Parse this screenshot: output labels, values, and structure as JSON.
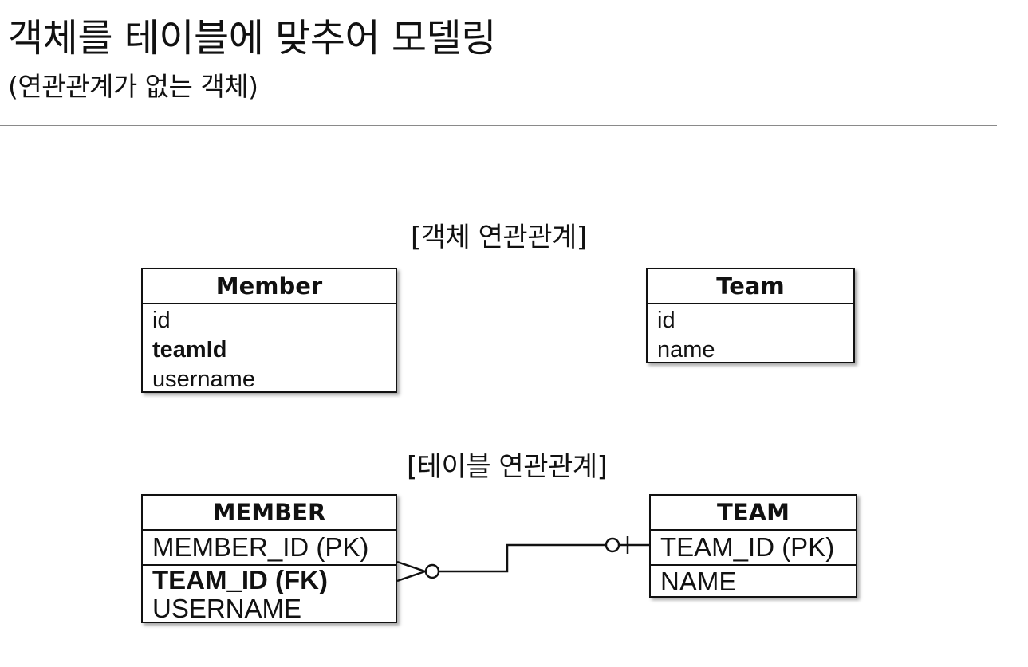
{
  "title": "객체를 테이블에 맞추어 모델링",
  "subtitle": "(연관관계가 없는 객체)",
  "object_section": {
    "label": "[객체 연관관계]",
    "member": {
      "name": "Member",
      "fields": [
        "id",
        "teamId",
        "username"
      ],
      "bold_fields": [
        "teamId"
      ]
    },
    "team": {
      "name": "Team",
      "fields": [
        "id",
        "name"
      ]
    }
  },
  "table_section": {
    "label": "[테이블 연관관계]",
    "member": {
      "name": "MEMBER",
      "fields": [
        "MEMBER_ID (PK)",
        "TEAM_ID (FK)",
        "USERNAME"
      ],
      "bold_fields": [
        "TEAM_ID (FK)"
      ]
    },
    "team": {
      "name": "TEAM",
      "fields": [
        "TEAM_ID (PK)",
        "NAME"
      ]
    },
    "relationship": {
      "member_end": "zero-or-many",
      "team_end": "zero-or-one"
    }
  },
  "colors": {
    "line": "#111111",
    "divider": "#8a8a8a",
    "background": "#ffffff"
  }
}
